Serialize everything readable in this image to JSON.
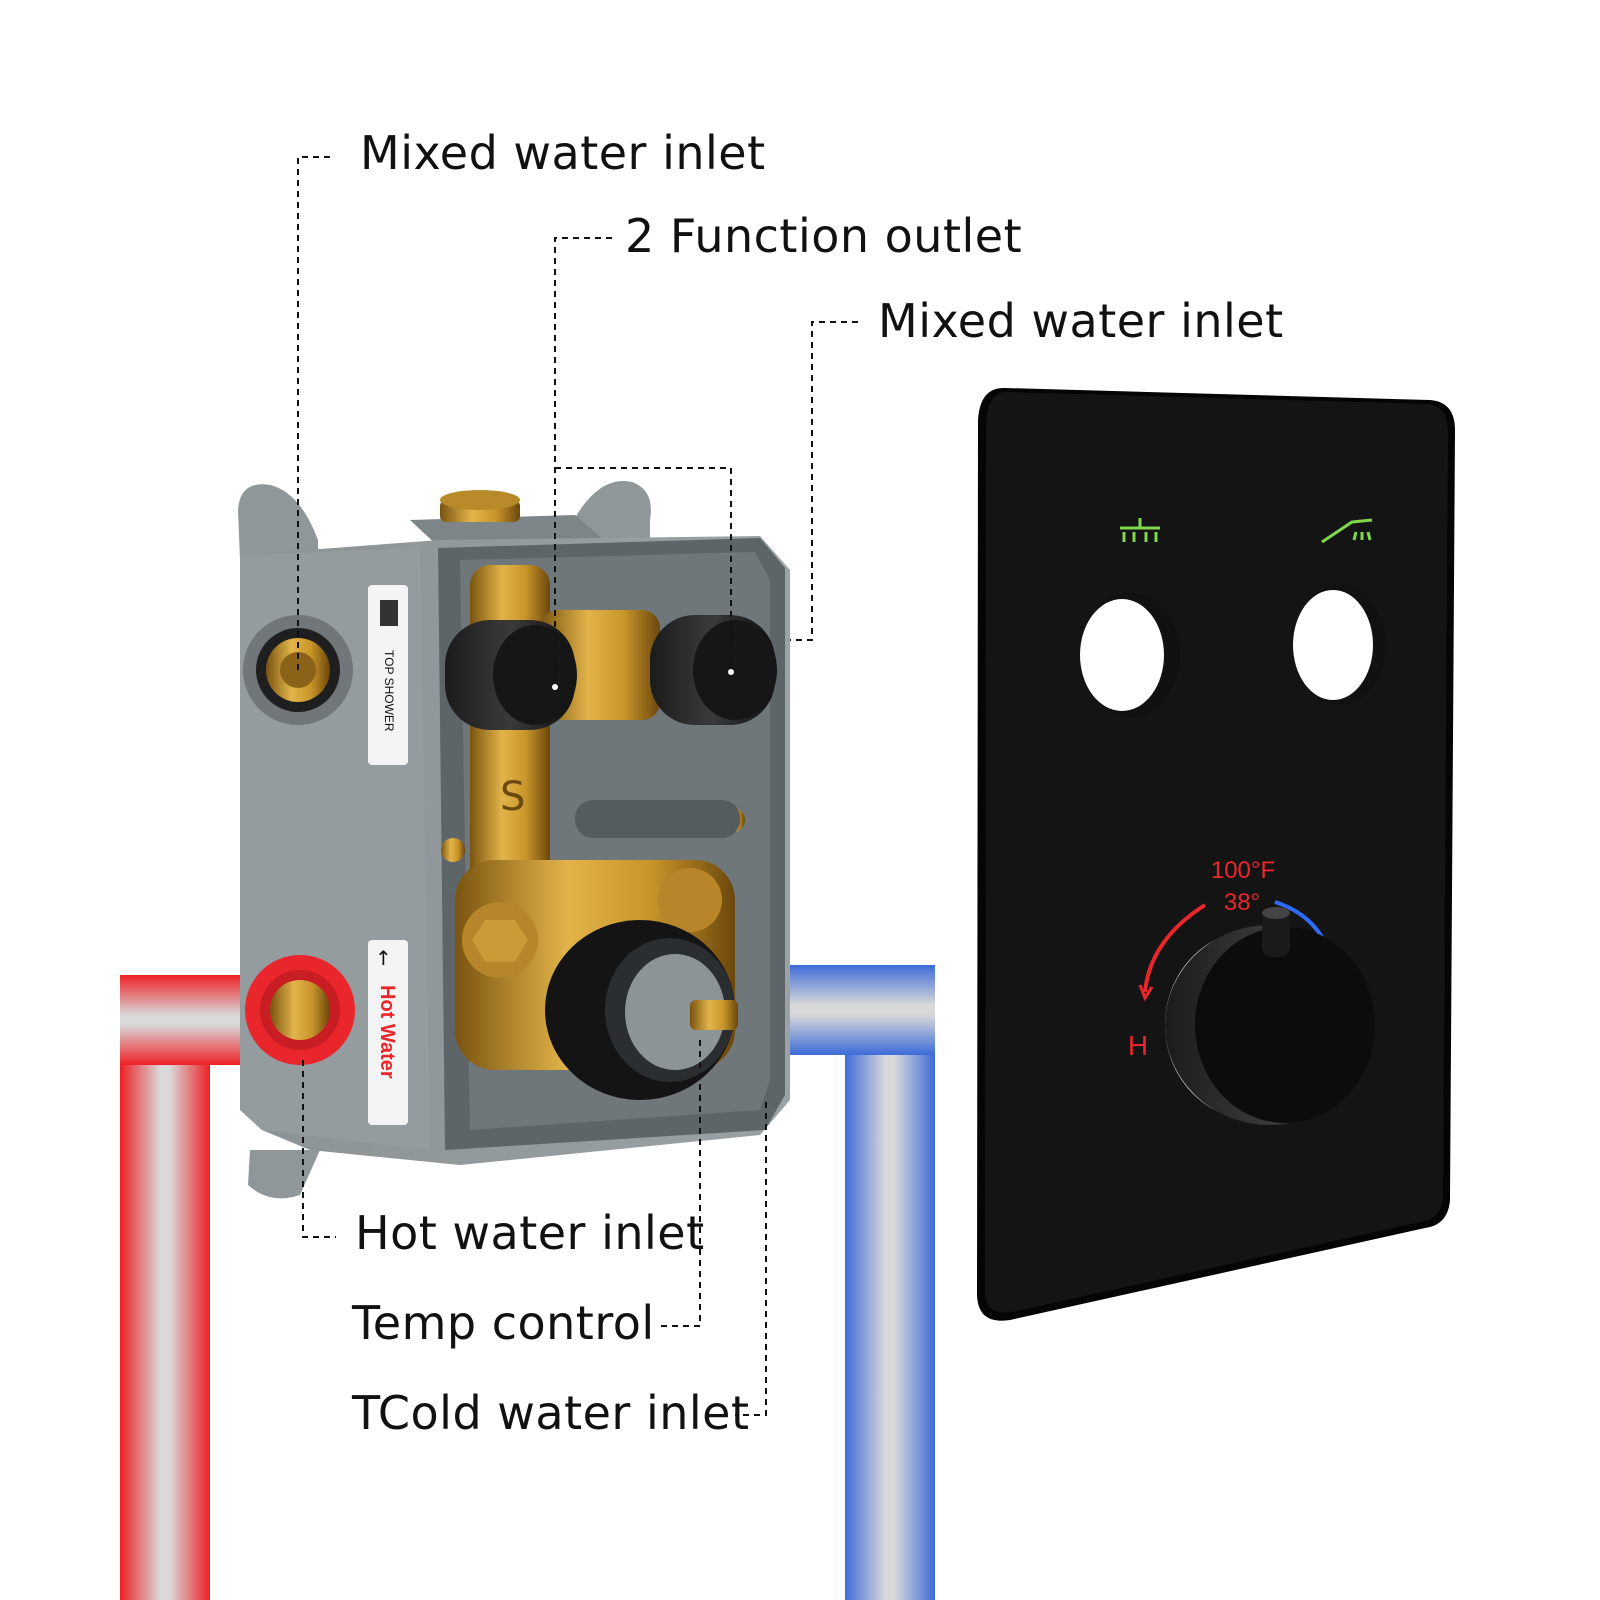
{
  "callouts": {
    "mixed_inlet_left": "Mixed water inlet",
    "function_outlet": "2 Function outlet",
    "mixed_inlet_right": "Mixed water inlet",
    "hot_inlet": "Hot water inlet",
    "temp_control": "Temp control",
    "cold_inlet": "TCold water inlet"
  },
  "box_labels": {
    "top_shower": "TOP SHOWER",
    "hot_water": "Hot Water",
    "brass_mark": "S"
  },
  "panel": {
    "temp_f": "100°F",
    "temp_c": "38°",
    "hot_marker": "H",
    "button_left_icon": "rain-shower-icon",
    "button_right_icon": "hand-shower-icon"
  },
  "colors": {
    "hot": "#e8262b",
    "cold": "#3f6fd6",
    "brass": "#c8952a",
    "box_gray": "#8f979b",
    "panel": "#0d0d0d",
    "icon_green": "#7fd84a"
  }
}
